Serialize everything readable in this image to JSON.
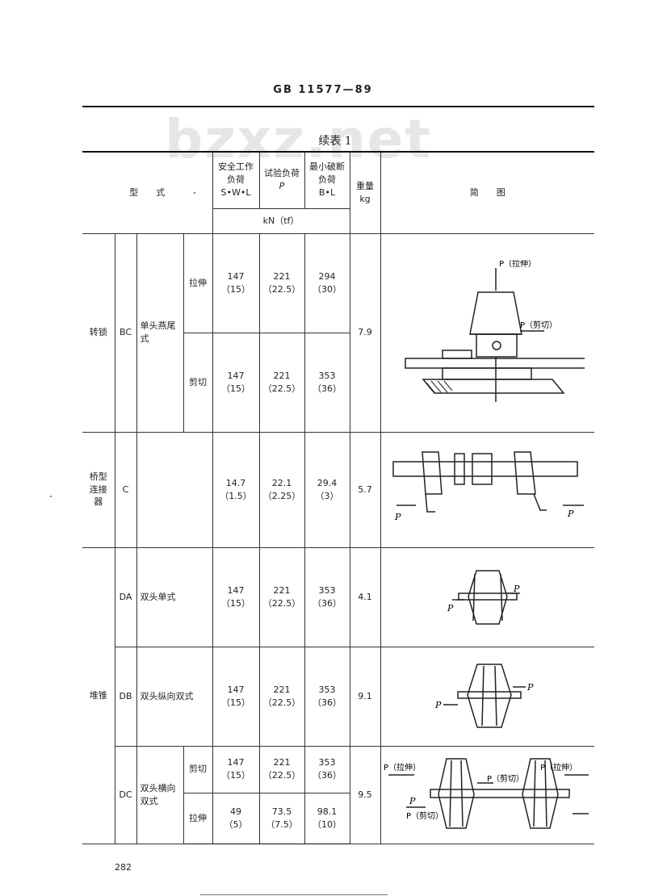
{
  "header": {
    "standard_no": "GB 11577—89",
    "watermark": "bzxz.net",
    "table_title": "续表 1"
  },
  "columns": {
    "type": "型　　式",
    "swl": [
      "安全工作",
      "负荷",
      "S•W•L"
    ],
    "test": [
      "试验负荷",
      "P"
    ],
    "min_break": [
      "最小破断",
      "负荷",
      "B•L"
    ],
    "unit": "kN（tf）",
    "weight": [
      "重量",
      "kg"
    ],
    "sketch": "简　　图"
  },
  "rows": {
    "bc": {
      "category": "转锁",
      "code": "BC",
      "name": "单头燕尾式",
      "weight": "7.9",
      "tension": {
        "label": "拉伸",
        "swl": [
          "147",
          "（15）"
        ],
        "test": [
          "221",
          "（22.5）"
        ],
        "brk": [
          "294",
          "（30）"
        ]
      },
      "shear": {
        "label": "剪切",
        "swl": [
          "147",
          "（15）"
        ],
        "test": [
          "221",
          "（22.5）"
        ],
        "brk": [
          "353",
          "（36）"
        ]
      },
      "sketch_labels": {
        "p1": "P（拉伸）",
        "p2": "P（剪切）"
      }
    },
    "c": {
      "category": [
        "桥型",
        "连接",
        "器"
      ],
      "code": "C",
      "weight": "5.7",
      "swl": [
        "14.7",
        "（1.5）"
      ],
      "test": [
        "22.1",
        "（2.25）"
      ],
      "brk": [
        "29.4",
        "（3）"
      ],
      "sketch_labels": {
        "p": "P"
      }
    },
    "stack_category": "堆锥",
    "da": {
      "code": "DA",
      "name": "双头单式",
      "weight": "4.1",
      "swl": [
        "147",
        "（15）"
      ],
      "test": [
        "221",
        "（22.5）"
      ],
      "brk": [
        "353",
        "（36）"
      ],
      "sketch_labels": {
        "p": "P"
      }
    },
    "db": {
      "code": "DB",
      "name": "双头纵向双式",
      "weight": "9.1",
      "swl": [
        "147",
        "（15）"
      ],
      "test": [
        "221",
        "（22.5）"
      ],
      "brk": [
        "353",
        "（36）"
      ],
      "sketch_labels": {
        "p": "P"
      }
    },
    "dc": {
      "code": "DC",
      "name": "双头横向双式",
      "weight": "9.5",
      "shear": {
        "label": "剪切",
        "swl": [
          "147",
          "（15）"
        ],
        "test": [
          "221",
          "（22.5）"
        ],
        "brk": [
          "353",
          "（36）"
        ]
      },
      "tension": {
        "label": "拉伸",
        "swl": [
          "49",
          "（5）"
        ],
        "test": [
          "73.5",
          "（7.5）"
        ],
        "brk": [
          "98.1",
          "（10）"
        ]
      },
      "sketch_labels": {
        "p_tension": "P（拉伸）",
        "p_shear": "P（剪切）",
        "p": "P"
      }
    }
  },
  "footer": {
    "page_number": "282"
  }
}
